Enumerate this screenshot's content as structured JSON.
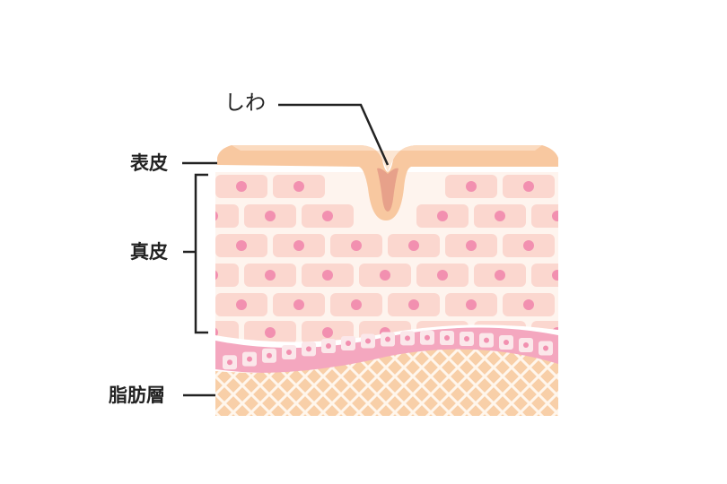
{
  "labels": {
    "wrinkle": "しわ",
    "epidermis": "表皮",
    "dermis": "真皮",
    "fat_layer": "脂肪層"
  },
  "colors": {
    "epidermis": "#f8c8a0",
    "epidermis_top": "#fbe0c8",
    "dermis_bg": "#fef4ee",
    "dermis_cell": "#fbd7cf",
    "cell_nucleus": "#f290b0",
    "basal_band": "#f4a7bf",
    "basal_cell": "#fbe7ea",
    "fat_bg": "#f8cfa8",
    "fat_mesh": "#fff6ec",
    "wrinkle_shade": "#e49a86",
    "leader_line": "#222222"
  }
}
